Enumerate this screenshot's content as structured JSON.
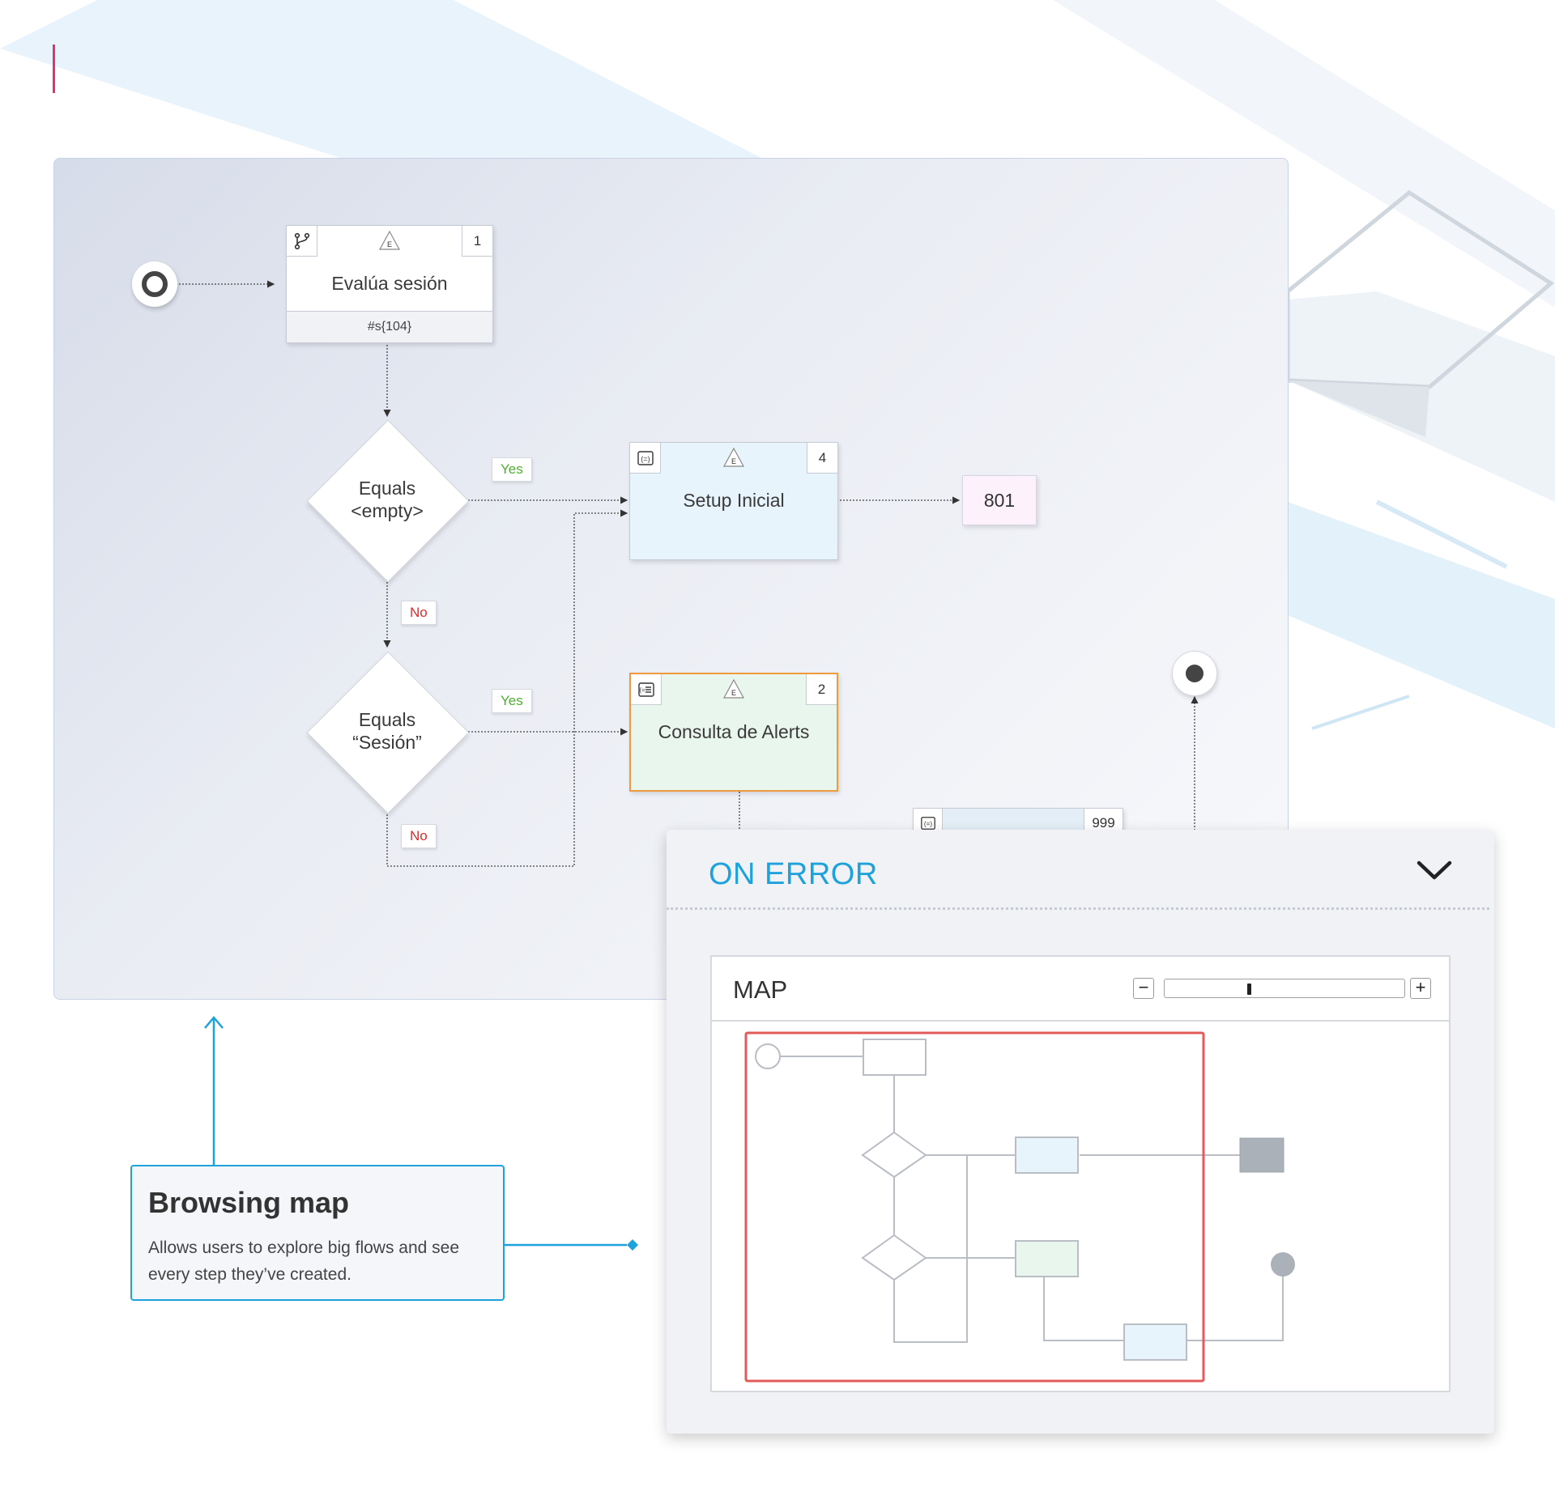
{
  "canvas": {
    "nodes": {
      "evalua": {
        "title": "Evalúa sesión",
        "number": "1",
        "footer": "#s{104}"
      },
      "setup": {
        "title": "Setup Inicial",
        "number": "4"
      },
      "consulta": {
        "title": "Consulta de Alerts",
        "number": "2"
      },
      "hidden": {
        "number": "999"
      },
      "triangle_letter": "E",
      "target_801": "801"
    },
    "decisions": {
      "equals_empty": {
        "line1": "Equals",
        "line2": "<empty>"
      },
      "equals_sesion": {
        "line1": "Equals",
        "line2": "“Sesión”"
      }
    },
    "branch_labels": {
      "yes": "Yes",
      "no": "No"
    }
  },
  "panel": {
    "title": "ON ERROR",
    "map_title": "MAP",
    "zoom_out": "−",
    "zoom_in": "+",
    "zoom_level": 0.35
  },
  "callout": {
    "title": "Browsing map",
    "text": "Allows users to explore big flows and see every step they’ve created."
  },
  "colors": {
    "accent_blue": "#1ea2dc",
    "yes_green": "#4caf2b",
    "no_red": "#e02c2c",
    "setup_fill": "#e8f4fb",
    "consulta_fill": "#e9f6ee",
    "consulta_border": "#f09a3e",
    "viewport_red": "#e35a5a"
  }
}
